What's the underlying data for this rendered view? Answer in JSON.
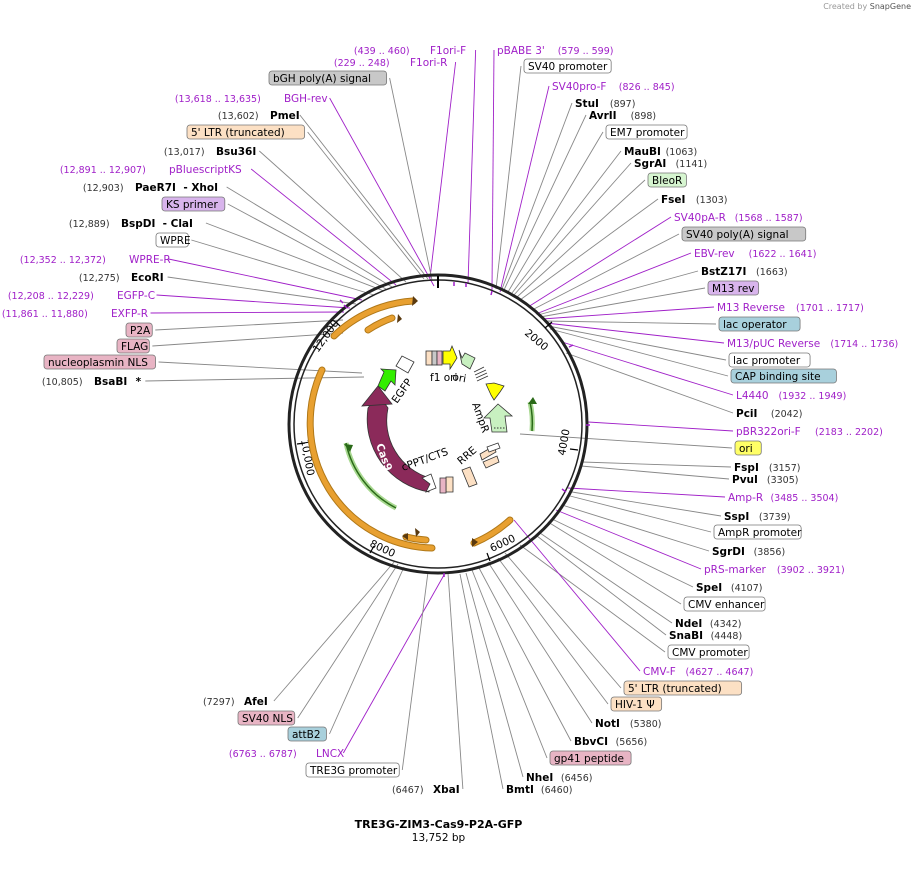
{
  "credit": {
    "prefix": "Created by",
    "brand": "SnapGene"
  },
  "plasmid": {
    "name": "TRE3G-ZIM3-Cas9-P2A-GFP",
    "size": "13,752 bp"
  },
  "ring_ticks": [
    "2000",
    "4000",
    "6000",
    "8000",
    "10,000",
    "12,000"
  ],
  "feature_labels": [
    "f1 ori",
    "ori",
    "AmpR",
    "RRE",
    "cPPT/CTS",
    "Cas9",
    "EGFP"
  ],
  "labels": [
    {
      "id": "f1ori-f",
      "t": "primer",
      "n": "F1ori-F",
      "p": "(439 .. 460)"
    },
    {
      "id": "f1ori-r",
      "t": "primer",
      "n": "F1ori-R",
      "p": "(229 .. 248)"
    },
    {
      "id": "pbabe3",
      "t": "primer",
      "n": "pBABE 3'",
      "p": "(579 .. 599)"
    },
    {
      "id": "bgh",
      "t": "box",
      "n": "bGH poly(A) signal",
      "c": "#c8c8c8"
    },
    {
      "id": "sv40prom1",
      "t": "box",
      "n": "SV40 promoter",
      "c": "#ffffff"
    },
    {
      "id": "sv40pro-f",
      "t": "primer",
      "n": "SV40pro-F",
      "p": "(826 .. 845)"
    },
    {
      "id": "bgh-rev",
      "t": "primer",
      "n": "BGH-rev",
      "p": "(13,618 .. 13,635)"
    },
    {
      "id": "stui",
      "t": "enzyme",
      "n": "StuI",
      "p": "(897)"
    },
    {
      "id": "pmei",
      "t": "enzyme",
      "n": "PmeI",
      "p": "(13,602)"
    },
    {
      "id": "avrii",
      "t": "enzyme",
      "n": "AvrII",
      "p": "(898)"
    },
    {
      "id": "ltr5a",
      "t": "box",
      "n": "5' LTR (truncated)",
      "c": "#fce0c4"
    },
    {
      "id": "em7",
      "t": "box",
      "n": "EM7 promoter",
      "c": "#ffffff"
    },
    {
      "id": "bsu36i",
      "t": "enzyme",
      "n": "Bsu36I",
      "p": "(13,017)"
    },
    {
      "id": "maubi",
      "t": "enzyme",
      "n": "MauBI",
      "p": "(1063)"
    },
    {
      "id": "sgrai",
      "t": "enzyme",
      "n": "SgrAI",
      "p": "(1141)"
    },
    {
      "id": "pbsks",
      "t": "primer",
      "n": "pBluescriptKS",
      "p": "(12,891 .. 12,907)"
    },
    {
      "id": "bleor",
      "t": "box",
      "n": "BleoR",
      "c": "#d6f5d0"
    },
    {
      "id": "paer7i",
      "t": "enzyme",
      "n": "PaeR7I",
      "p": "(12,903)",
      "x": "- XhoI"
    },
    {
      "id": "fsei",
      "t": "enzyme",
      "n": "FseI",
      "p": "(1303)"
    },
    {
      "id": "ksprimer",
      "t": "box",
      "n": "KS primer",
      "c": "#d8b4ec"
    },
    {
      "id": "sv40pa-r",
      "t": "primer",
      "n": "SV40pA-R",
      "p": "(1568 .. 1587)"
    },
    {
      "id": "bspdi",
      "t": "enzyme",
      "n": "BspDI",
      "p": "(12,889)",
      "x": "- ClaI"
    },
    {
      "id": "sv40pa",
      "t": "box",
      "n": "SV40 poly(A) signal",
      "c": "#c8c8c8"
    },
    {
      "id": "wpre",
      "t": "box",
      "n": "WPRE",
      "c": "#ffffff"
    },
    {
      "id": "ebv-rev",
      "t": "primer",
      "n": "EBV-rev",
      "p": "(1622 .. 1641)"
    },
    {
      "id": "wpre-r",
      "t": "primer",
      "n": "WPRE-R",
      "p": "(12,352 .. 12,372)"
    },
    {
      "id": "bstz17i",
      "t": "enzyme",
      "n": "BstZ17I",
      "p": "(1663)"
    },
    {
      "id": "ecori",
      "t": "enzyme",
      "n": "EcoRI",
      "p": "(12,275)"
    },
    {
      "id": "m13rev",
      "t": "box",
      "n": "M13 rev",
      "c": "#d8b4ec"
    },
    {
      "id": "egfp-c",
      "t": "primer",
      "n": "EGFP-C",
      "p": "(12,208 .. 12,229)"
    },
    {
      "id": "m13reverse",
      "t": "primer",
      "n": "M13 Reverse",
      "p": "(1701 .. 1717)"
    },
    {
      "id": "exfp-r",
      "t": "primer",
      "n": "EXFP-R",
      "p": "(11,861 .. 11,880)"
    },
    {
      "id": "lacop",
      "t": "box",
      "n": "lac operator",
      "c": "#a8d0dc"
    },
    {
      "id": "p2a",
      "t": "box",
      "n": "P2A",
      "c": "#e8b4c4"
    },
    {
      "id": "m13puc",
      "t": "primer",
      "n": "M13/pUC Reverse",
      "p": "(1714 .. 1736)"
    },
    {
      "id": "flag",
      "t": "box",
      "n": "FLAG",
      "c": "#e8b4c4"
    },
    {
      "id": "lacprom",
      "t": "box",
      "n": "lac promoter",
      "c": "#ffffff"
    },
    {
      "id": "nls1",
      "t": "box",
      "n": "nucleoplasmin NLS",
      "c": "#e8b4c4"
    },
    {
      "id": "cap",
      "t": "box",
      "n": "CAP binding site",
      "c": "#a8d0dc"
    },
    {
      "id": "bsabi",
      "t": "enzyme",
      "n": "BsaBI",
      "p": "(10,805)",
      "x": "*"
    },
    {
      "id": "l4440",
      "t": "primer",
      "n": "L4440",
      "p": "(1932 .. 1949)"
    },
    {
      "id": "pcii",
      "t": "enzyme",
      "n": "PciI",
      "p": "(2042)"
    },
    {
      "id": "pbr322",
      "t": "primer",
      "n": "pBR322ori-F",
      "p": "(2183 .. 2202)"
    },
    {
      "id": "ori",
      "t": "box",
      "n": "ori",
      "c": "#ffff66"
    },
    {
      "id": "fspi",
      "t": "enzyme",
      "n": "FspI",
      "p": "(3157)"
    },
    {
      "id": "pvui",
      "t": "enzyme",
      "n": "PvuI",
      "p": "(3305)"
    },
    {
      "id": "amp-r",
      "t": "primer",
      "n": "Amp-R",
      "p": "(3485 .. 3504)"
    },
    {
      "id": "sspi",
      "t": "enzyme",
      "n": "SspI",
      "p": "(3739)"
    },
    {
      "id": "ampprom",
      "t": "box",
      "n": "AmpR promoter",
      "c": "#ffffff"
    },
    {
      "id": "sgrdi",
      "t": "enzyme",
      "n": "SgrDI",
      "p": "(3856)"
    },
    {
      "id": "prs",
      "t": "primer",
      "n": "pRS-marker",
      "p": "(3902 .. 3921)"
    },
    {
      "id": "spei",
      "t": "enzyme",
      "n": "SpeI",
      "p": "(4107)"
    },
    {
      "id": "cmvenh",
      "t": "box",
      "n": "CMV enhancer",
      "c": "#ffffff"
    },
    {
      "id": "ndei",
      "t": "enzyme",
      "n": "NdeI",
      "p": "(4342)"
    },
    {
      "id": "snabi",
      "t": "enzyme",
      "n": "SnaBI",
      "p": "(4448)"
    },
    {
      "id": "cmvprom",
      "t": "box",
      "n": "CMV promoter",
      "c": "#ffffff"
    },
    {
      "id": "cmv-f",
      "t": "primer",
      "n": "CMV-F",
      "p": "(4627 .. 4647)"
    },
    {
      "id": "ltr5b",
      "t": "box",
      "n": "5' LTR (truncated)",
      "c": "#fce0c4"
    },
    {
      "id": "afei",
      "t": "enzyme",
      "n": "AfeI",
      "p": "(7297)"
    },
    {
      "id": "hiv",
      "t": "box",
      "n": "HIV-1 Ψ",
      "c": "#fce0c4"
    },
    {
      "id": "sv40nls",
      "t": "box",
      "n": "SV40 NLS",
      "c": "#e8b4c4"
    },
    {
      "id": "noti",
      "t": "enzyme",
      "n": "NotI",
      "p": "(5380)"
    },
    {
      "id": "attb2",
      "t": "box",
      "n": "attB2",
      "c": "#a8d0dc"
    },
    {
      "id": "bbvci",
      "t": "enzyme",
      "n": "BbvCI",
      "p": "(5656)"
    },
    {
      "id": "lncx",
      "t": "primer",
      "n": "LNCX",
      "p": "(6763 .. 6787)"
    },
    {
      "id": "gp41",
      "t": "box",
      "n": "gp41 peptide",
      "c": "#e8b4c4"
    },
    {
      "id": "tre3g",
      "t": "box",
      "n": "TRE3G promoter",
      "c": "#ffffff"
    },
    {
      "id": "nhei",
      "t": "enzyme",
      "n": "NheI",
      "p": "(6456)"
    },
    {
      "id": "xbai",
      "t": "enzyme",
      "n": "XbaI",
      "p": "(6467)"
    },
    {
      "id": "bmti",
      "t": "enzyme",
      "n": "BmtI",
      "p": "(6460)"
    }
  ],
  "colors": {
    "primer": "#a020c8",
    "cas9": "#8b2a5a",
    "egfp": "#33ee00",
    "ori": "#ffff00",
    "ampr": "#c8f0c0",
    "orange_arrow": "#f0b040",
    "green_arrow": "#40a020"
  }
}
